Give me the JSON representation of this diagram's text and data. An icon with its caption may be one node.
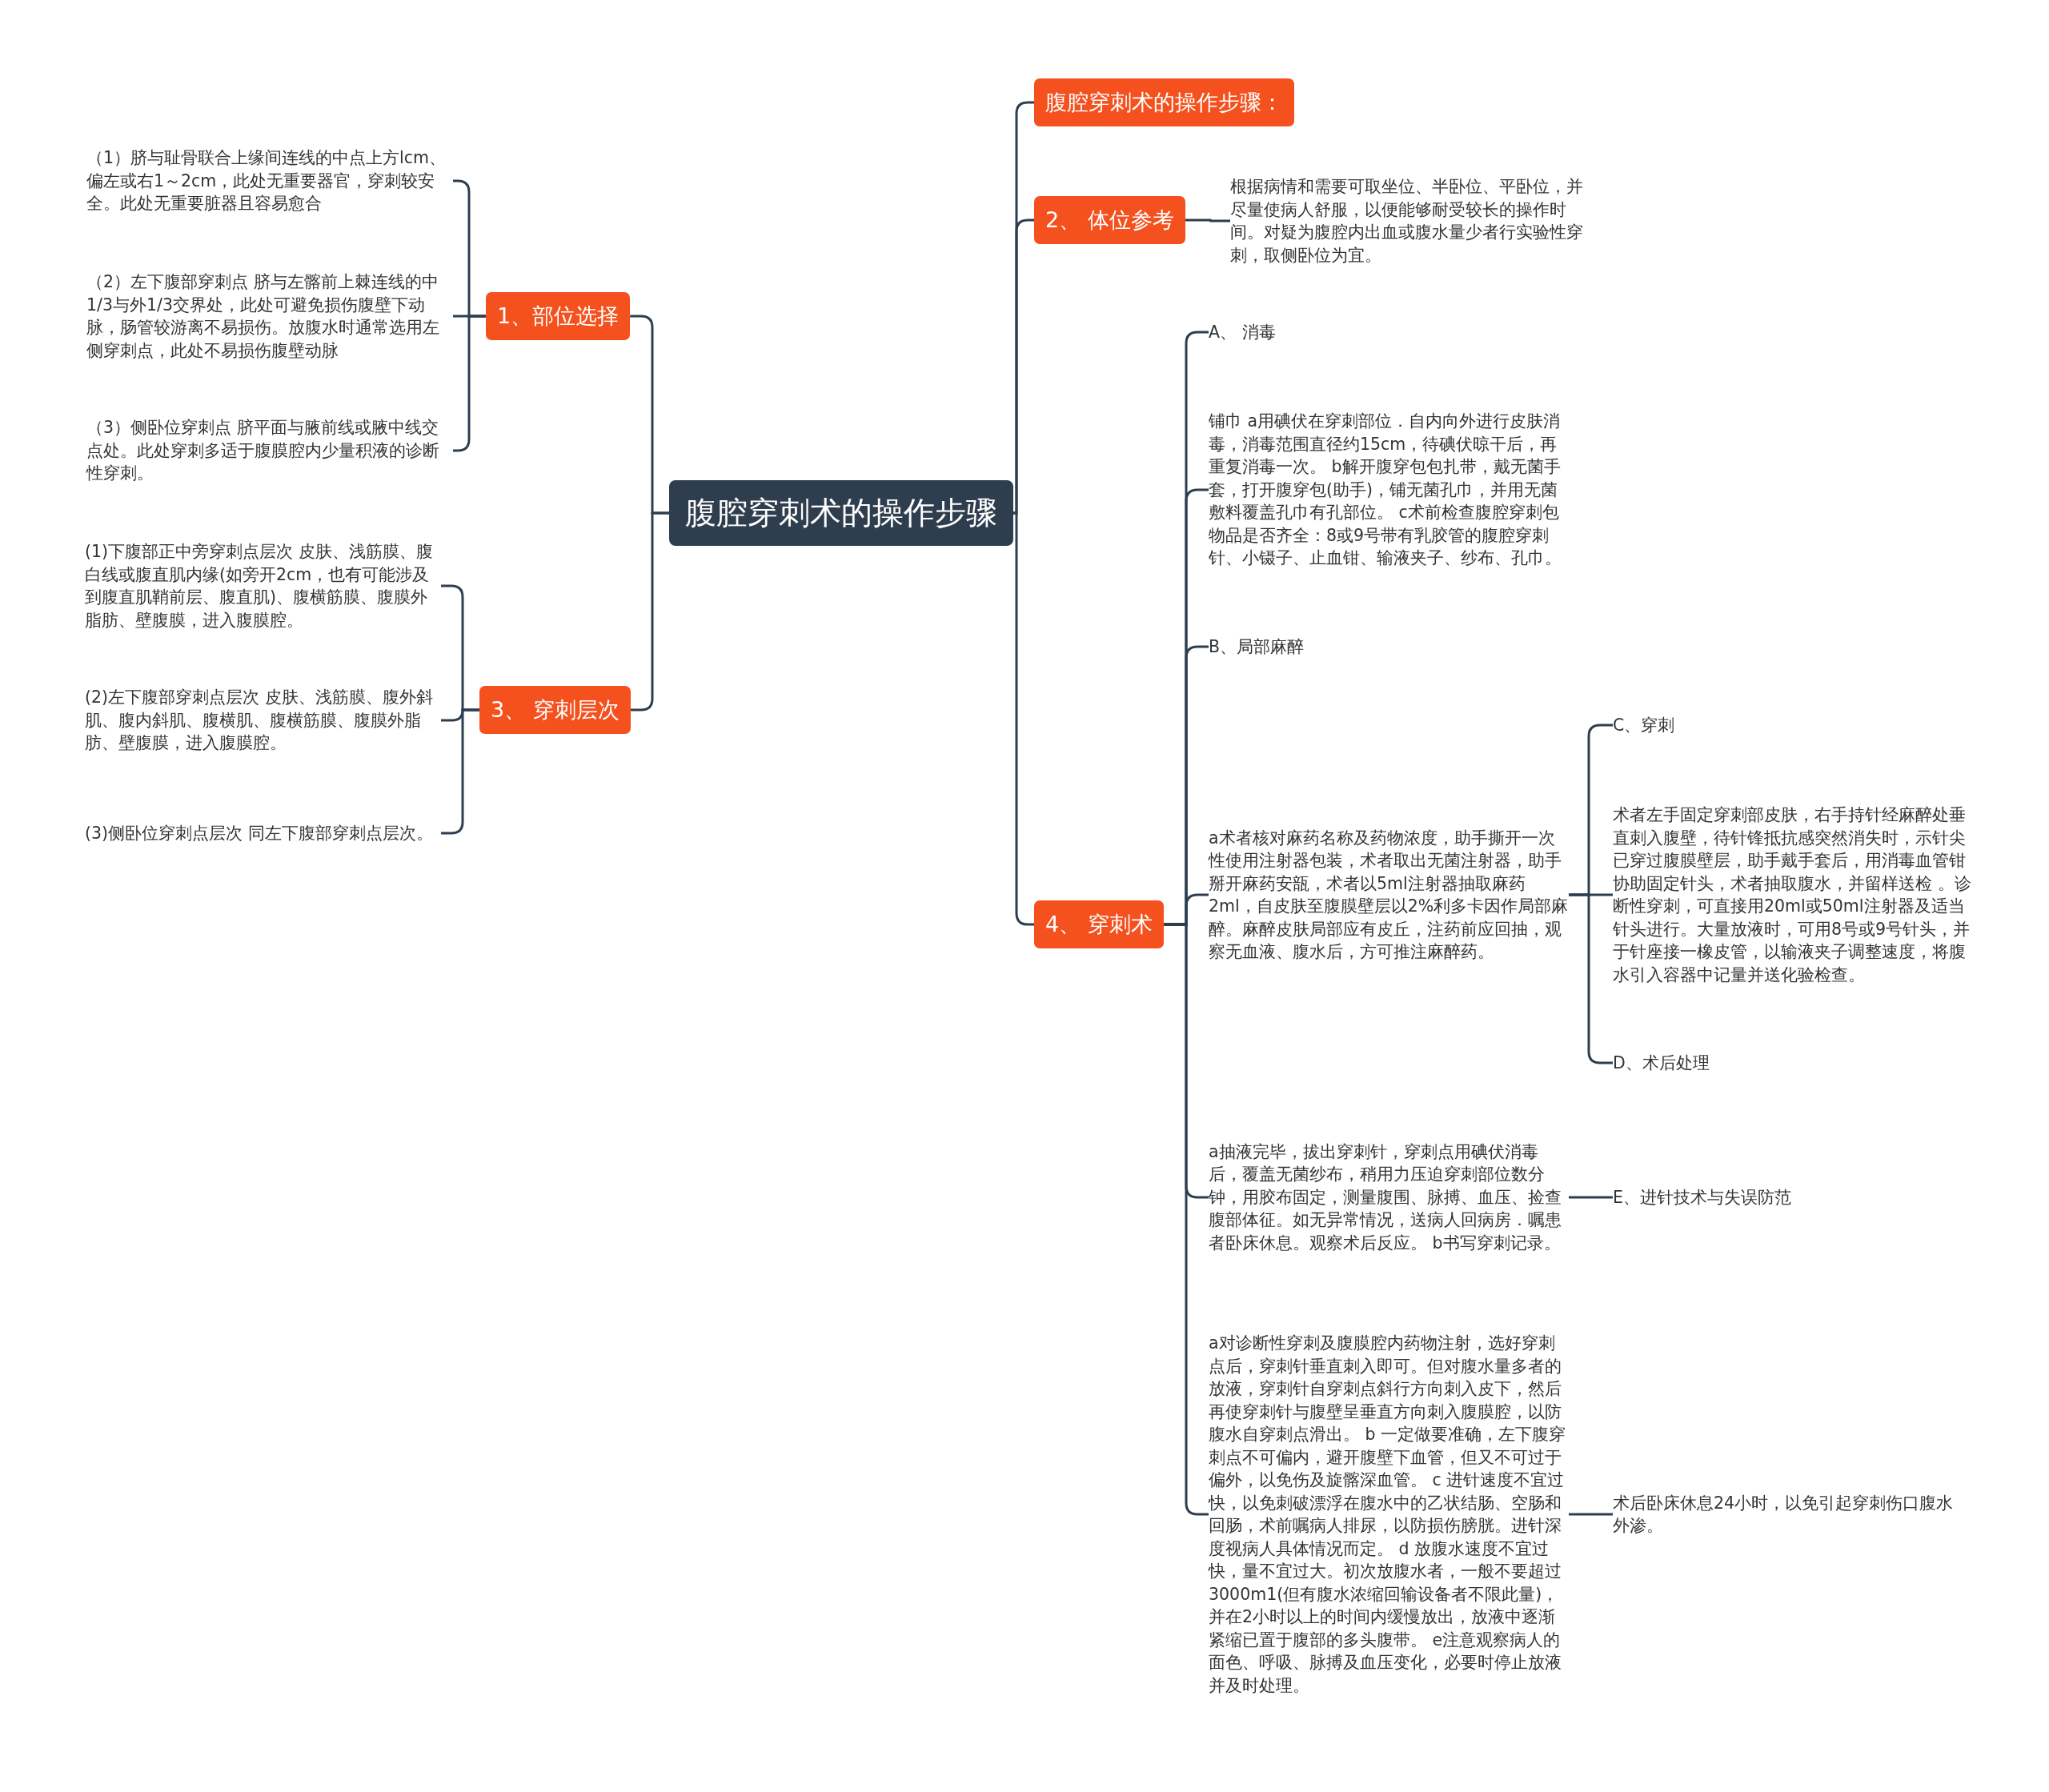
{
  "diagram": {
    "nodes": [
      {
        "text": [
          "腹腔穿刺术的操作步骤"
        ]
      },
      {
        "text": [
          "1、部位选择"
        ]
      },
      {
        "text": [
          "（1）脐与耻骨联合上缘间连线的中点上方lcm、偏左或右1～2cm，此处无重要器官，穿刺较安全。此处无重要脏器且容易愈合"
        ]
      },
      {
        "text": [
          "（2）左下腹部穿刺点 脐与左髂前上棘连线的中1/3与外1/3交界处，此处可避免损伤腹壁下动脉，肠管较游离不易损伤。放腹水时通常选用左侧穿刺点，此处不易损伤腹壁动脉"
        ]
      },
      {
        "text": [
          "（3）侧卧位穿刺点 脐平面与腋前线或腋中线交点处。此处穿刺多适于腹膜腔内少量积液的诊断性穿刺。"
        ]
      },
      {
        "text": [
          "3、 穿刺层次"
        ]
      },
      {
        "text": [
          "(1)下腹部正中旁穿刺点层次 皮肤、浅筋膜、腹白线或腹直肌内缘(如旁开2cm，也有可能涉及到腹直肌鞘前层、腹直肌)、腹横筋膜、腹膜外脂肪、壁腹膜，进入腹膜腔。"
        ]
      },
      {
        "text": [
          "(2)左下腹部穿刺点层次 皮肤、浅筋膜、腹外斜肌、腹内斜肌、腹横肌、腹横筋膜、腹膜外脂肪、壁腹膜，进入腹膜腔。"
        ]
      },
      {
        "text": [
          "(3)侧卧位穿刺点层次 同左下腹部穿刺点层次。"
        ]
      },
      {
        "text": [
          "腹腔穿刺术的操作步骤："
        ]
      },
      {
        "text": [
          "2、 体位参考"
        ]
      },
      {
        "text": [
          "根据病情和需要可取坐位、半卧位、平卧位，并尽量使病人舒服，以便能够耐受较长的操作时间。对疑为腹腔内出血或腹水量少者行实验性穿刺，取侧卧位为宜。"
        ]
      },
      {
        "text": [
          "4、 穿刺术"
        ]
      },
      {
        "text": [
          "A、 消毒"
        ]
      },
      {
        "text": [
          "铺巾 a用碘伏在穿刺部位．自内向外进行皮肤消毒，消毒范围直径约15cm，待碘伏晾干后，再重复消毒一次。 b解开腹穿包包扎带，戴无菌手套，打开腹穿包(助手)，铺无菌孔巾，并用无菌敷料覆盖孔巾有孔部位。 c术前检查腹腔穿刺包物品是否齐全：8或9号带有乳胶管的腹腔穿刺针、小镊子、止血钳、输液夹子、纱布、孔巾。"
        ]
      },
      {
        "text": [
          "B、局部麻醉"
        ]
      },
      {
        "text": [
          "a术者核对麻药名称及药物浓度，助手撕开一次性使用注射器包装，术者取出无菌注射器，助手掰开麻药安瓿，术者以5ml注射器抽取麻药2ml，自皮肤至腹膜壁层以2%利多卡因作局部麻醉。麻醉皮肤局部应有皮丘，注药前应回抽，观察无血液、腹水后，方可推注麻醉药。"
        ]
      },
      {
        "text": [
          "C、穿刺"
        ]
      },
      {
        "text": [
          "术者左手固定穿刺部皮肤，右手持针经麻醉处垂直刺入腹壁，待针锋抵抗感突然消失时，示针尖已穿过腹膜壁层，助手戴手套后，用消毒血管钳协助固定针头，术者抽取腹水，并留样送检 。诊断性穿刺，可直接用20ml或50ml注射器及适当针头进行。大量放液时，可用8号或9号针头，并于针座接一橡皮管，以输液夹子调整速度，将腹水引入容器中记量并送化验检查。"
        ]
      },
      {
        "text": [
          "D、术后处理"
        ]
      },
      {
        "text": [
          "a抽液完毕，拔出穿刺针，穿刺点用碘伏消毒后，覆盖无菌纱布，稍用力压迫穿刺部位数分钟，用胶布固定，测量腹围、脉搏、血压、捡查腹部体征。如无异常情况，送病人回病房．嘱患者卧床休息。观察术后反应。 b书写穿刺记录。"
        ]
      },
      {
        "text": [
          "E、进针技术与失误防范"
        ]
      },
      {
        "text": [
          "a对诊断性穿刺及腹膜腔内药物注射，选好穿刺点后，穿刺针垂直刺入即可。但对腹水量多者的放液，穿刺针自穿刺点斜行方向刺入皮下，然后再使穿刺针与腹壁呈垂直方向刺入腹膜腔，以防腹水自穿刺点滑出。 b 一定做要准确，左下腹穿刺点不可偏内，避开腹壁下血管，但又不可过于偏外，以免伤及旋髂深血管。 c 进针速度不宜过快，以免刺破漂浮在腹水中的乙状结肠、空肠和回肠，术前嘱病人排尿，以防损伤膀胱。进针深度视病人具体情况而定。 d 放腹水速度不宜过快，量不宜过大。初次放腹水者，一般不要超过3000m1(但有腹水浓缩回输设备者不限此量)，并在2小时以上的时间内缓慢放出，放液中逐渐紧缩已置于腹部的多头腹带。 e注意观察病人的面色、呼吸、脉搏及血压变化，必要时停止放液并及时处理。"
        ]
      },
      {
        "text": [
          "术后卧床休息24小时，以免引起穿刺伤口腹水外渗。"
        ]
      }
    ],
    "edges": [
      {
        "from": 0,
        "to": 1,
        "arrow": "none"
      },
      {
        "from": 1,
        "to": 2,
        "arrow": "none"
      },
      {
        "from": 1,
        "to": 3,
        "arrow": "none"
      },
      {
        "from": 1,
        "to": 4,
        "arrow": "none"
      },
      {
        "from": 0,
        "to": 5,
        "arrow": "none"
      },
      {
        "from": 5,
        "to": 6,
        "arrow": "none"
      },
      {
        "from": 5,
        "to": 7,
        "arrow": "none"
      },
      {
        "from": 5,
        "to": 8,
        "arrow": "none"
      },
      {
        "from": 0,
        "to": 9,
        "arrow": "none"
      },
      {
        "from": 0,
        "to": 10,
        "arrow": "none"
      },
      {
        "from": 10,
        "to": 11,
        "arrow": "none"
      },
      {
        "from": 0,
        "to": 12,
        "arrow": "none"
      },
      {
        "from": 12,
        "to": 13,
        "arrow": "none"
      },
      {
        "from": 12,
        "to": 14,
        "arrow": "none"
      },
      {
        "from": 12,
        "to": 15,
        "arrow": "none"
      },
      {
        "from": 12,
        "to": 16,
        "arrow": "none"
      },
      {
        "from": 16,
        "to": 17,
        "arrow": "none"
      },
      {
        "from": 16,
        "to": 18,
        "arrow": "none"
      },
      {
        "from": 16,
        "to": 19,
        "arrow": "none"
      },
      {
        "from": 12,
        "to": 20,
        "arrow": "none"
      },
      {
        "from": 20,
        "to": 21,
        "arrow": "none"
      },
      {
        "from": 12,
        "to": 22,
        "arrow": "none"
      },
      {
        "from": 22,
        "to": 23,
        "arrow": "none"
      }
    ]
  }
}
